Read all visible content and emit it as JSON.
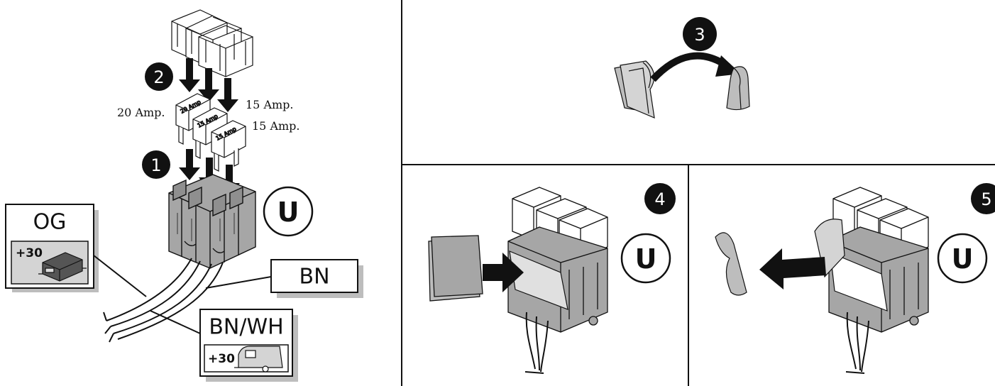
{
  "steps": {
    "s1": "1",
    "s2": "2",
    "s3": "3",
    "s4": "4",
    "s5": "5"
  },
  "fuses": {
    "left_label": "20 Amp.",
    "right_label_1": "15 Amp.",
    "right_label_2": "15 Amp.",
    "fuse_1_text": "20 Amp",
    "fuse_2_text": "15 Amp",
    "fuse_3_text": "15 Amp"
  },
  "symbol": {
    "u": "U"
  },
  "wires": {
    "og_label": "OG",
    "og_plus": "+30",
    "bn_label": "BN",
    "bnwh_label": "BN/WH",
    "bnwh_plus": "+30"
  },
  "icons": {
    "og_device": "control-unit-icon",
    "bnwh_device": "caravan-icon"
  },
  "colors": {
    "relay_gray": "#a6a6a6",
    "label_gray": "#d4d4d4",
    "shadow_gray": "#bdbdbd",
    "black": "#111111"
  }
}
